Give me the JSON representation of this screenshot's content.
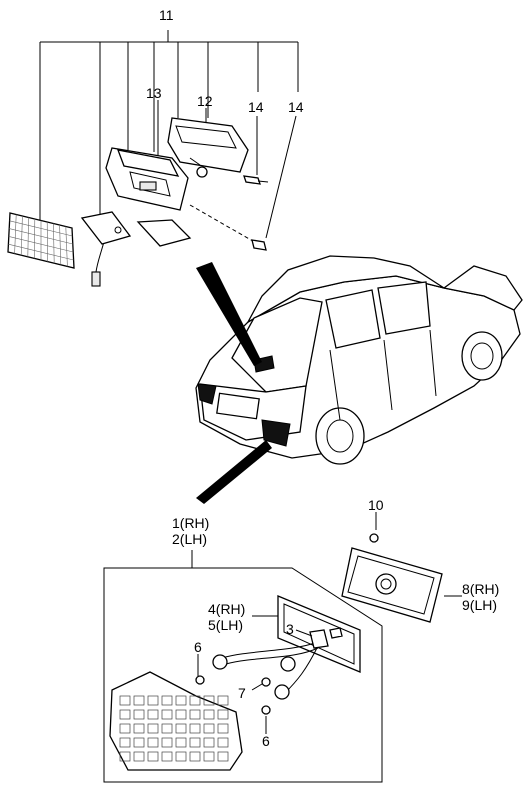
{
  "callouts": {
    "c11": "11",
    "c13": "13",
    "c12": "12",
    "c14a": "14",
    "c14b": "14",
    "c1": "1(RH)",
    "c2": "2(LH)",
    "c10": "10",
    "c4": "4(RH)",
    "c5": "5(LH)",
    "c3": "3",
    "c8": "8(RH)",
    "c9": "9(LH)",
    "c6a": "6",
    "c7": "7",
    "c6b": "6"
  }
}
